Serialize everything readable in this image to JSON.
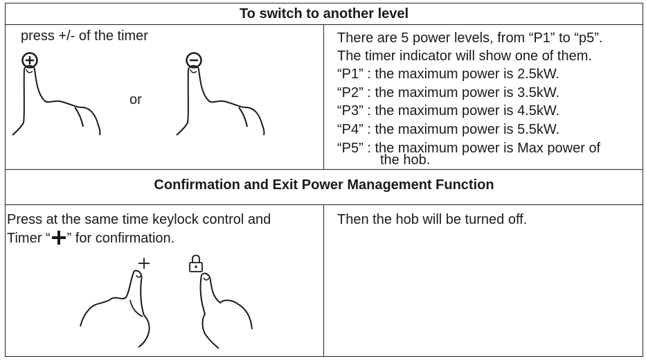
{
  "section1": {
    "header": "To switch to another level",
    "left": {
      "instruction": "press +/- of the timer",
      "or_label": "or",
      "plus_icon": "plus-circle-icon",
      "minus_icon": "minus-circle-icon"
    },
    "right": {
      "intro_line1": "There are 5 power levels, from “P1” to “p5”.",
      "intro_line2": "The timer indicator will show one of them.",
      "levels": [
        "“P1” : the maximum power is 2.5kW.",
        "“P2” : the maximum power is 3.5kW.",
        "“P3” : the maximum power is 4.5kW.",
        "“P4” : the maximum power is 5.5kW.",
        "“P5” : the maximum power is Max power of"
      ],
      "levels_continuation": "the hob."
    }
  },
  "section2": {
    "header": "Confirmation and Exit Power Management Function",
    "left": {
      "line1": "Press at the same time keylock control and",
      "line2_prefix": "Timer  “",
      "line2_suffix": "” for confirmation.",
      "plus_icon": "plus-icon",
      "lock_icon": "lock-icon"
    },
    "right": {
      "text": "Then the hob will be turned off."
    }
  }
}
